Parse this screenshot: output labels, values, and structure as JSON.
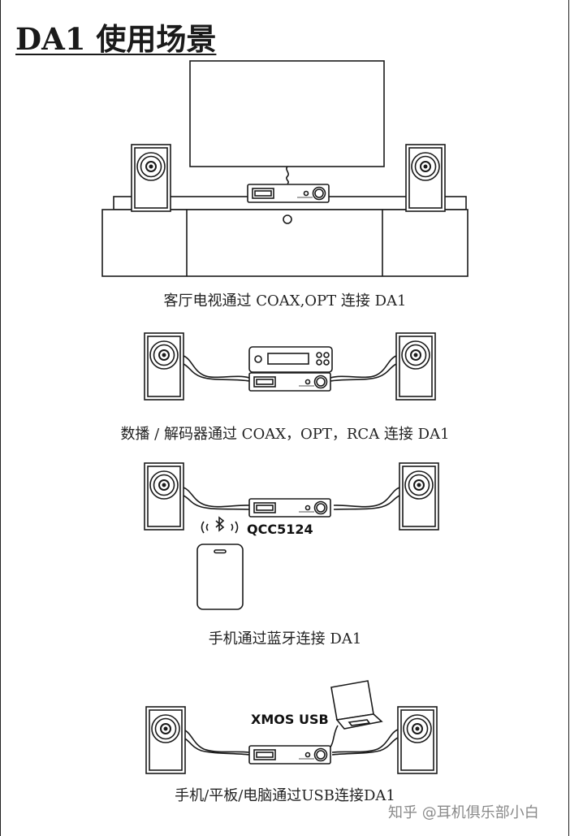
{
  "title": "DA1 使用场景",
  "scenes": [
    {
      "caption": "客厅电视通过 COAX,OPT 连接 DA1"
    },
    {
      "caption": "数播 / 解码器通过 COAX，OPT，RCA 连接 DA1"
    },
    {
      "caption": "手机通过蓝牙连接 DA1",
      "chip_label": "QCC5124"
    },
    {
      "caption": "手机/平板/电脑通过USB连接DA1",
      "chip_label": "XMOS USB"
    }
  ],
  "watermark": "知乎 @耳机俱乐部小白",
  "icons": [
    "speaker-icon",
    "tv-icon",
    "dac-unit-icon",
    "streamer-icon",
    "bluetooth-icon",
    "phone-icon",
    "laptop-icon"
  ]
}
